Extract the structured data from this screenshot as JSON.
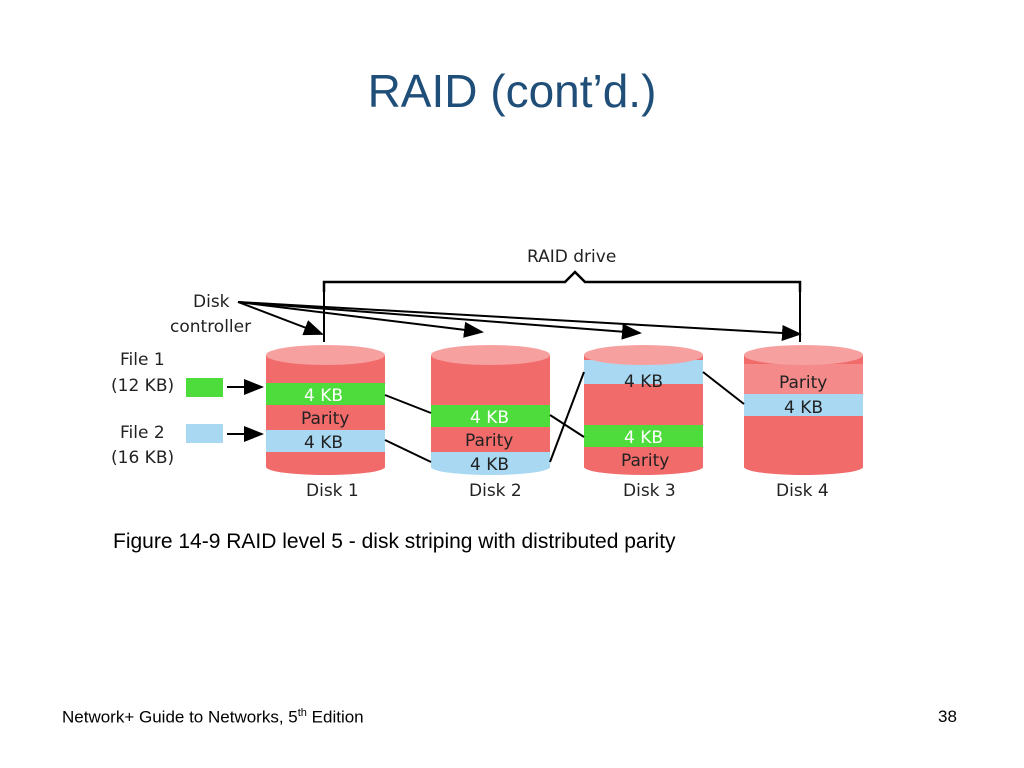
{
  "slide": {
    "title": "RAID (cont’d.)",
    "caption": "Figure 14-9 RAID level 5 - disk striping with distributed parity",
    "footer_text": "Network+ Guide to Networks, 5",
    "footer_sup": "th",
    "footer_suffix": " Edition",
    "page_number": "38"
  },
  "diagram": {
    "raid_drive_label": "RAID drive",
    "controller_line1": "Disk",
    "controller_line2": "controller",
    "file1_line1": "File 1",
    "file1_line2": "(12 KB)",
    "file2_line1": "File 2",
    "file2_line2": "(16 KB)",
    "disks": [
      {
        "name": "Disk 1",
        "stripes": [
          "4 KB",
          "Parity",
          "4 KB"
        ]
      },
      {
        "name": "Disk 2",
        "stripes": [
          "4 KB",
          "Parity",
          "4 KB"
        ]
      },
      {
        "name": "Disk 3",
        "stripes": [
          "4 KB",
          "4 KB",
          "Parity"
        ]
      },
      {
        "name": "Disk 4",
        "stripes": [
          "Parity",
          "4 KB"
        ]
      }
    ],
    "colors": {
      "disk_red": "#f26b6b",
      "disk_top": "#f7a0a0",
      "file1_green": "#4ddc3c",
      "file2_blue": "#a9d8f2",
      "parity_pink": "#f58a8a"
    }
  }
}
